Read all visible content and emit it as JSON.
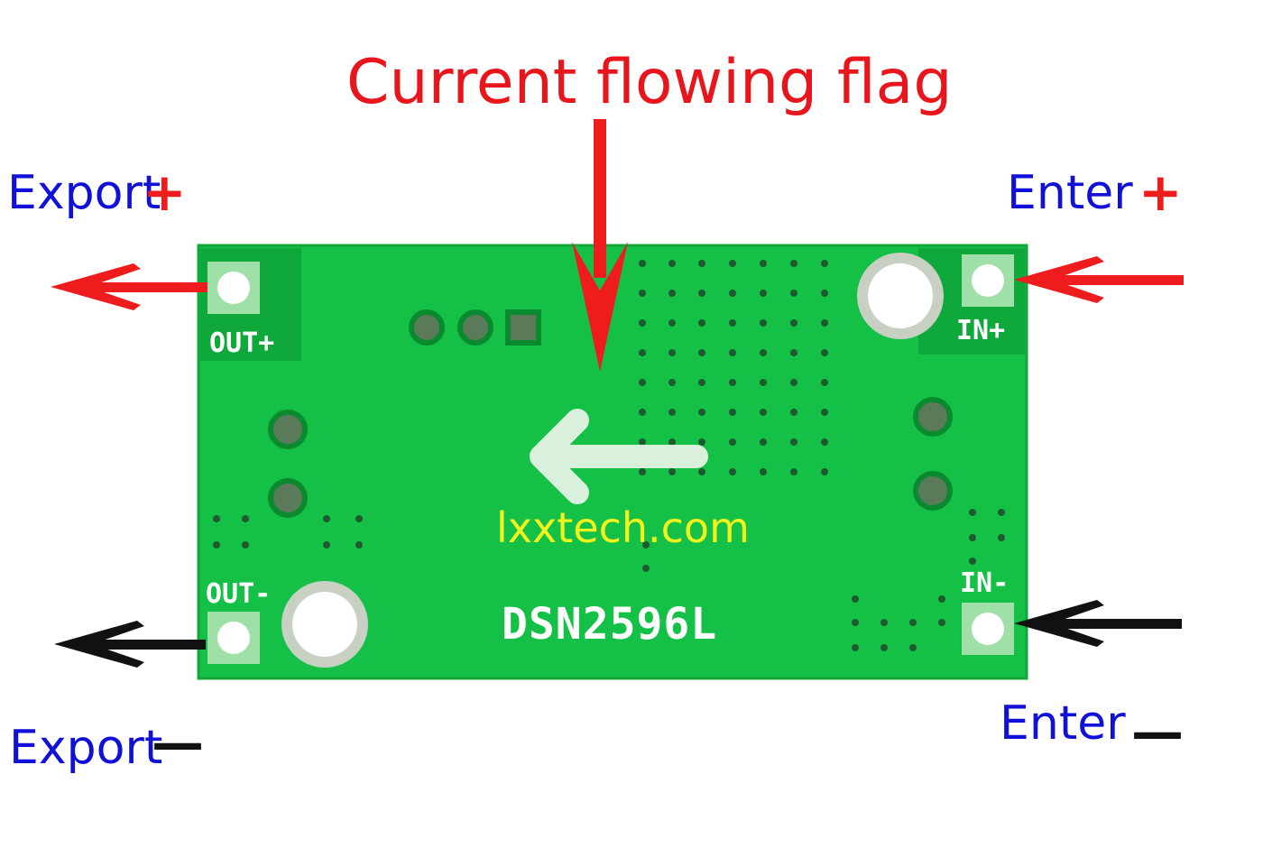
{
  "title": "Current flowing flag",
  "labels": {
    "export_plus": "Export",
    "export_plus_sign": "+",
    "export_minus": "Export",
    "export_minus_sign": "—",
    "enter_plus": "Enter",
    "enter_plus_sign": "+",
    "enter_minus": "Enter",
    "enter_minus_sign": "—"
  },
  "board": {
    "silkscreen": {
      "out_plus": "OUT+",
      "out_minus": "OUT-",
      "in_plus": "IN+",
      "in_minus": "IN-"
    },
    "watermark": "lxxtech.com",
    "model": "DSN2596L"
  },
  "colors": {
    "title": "#e8161c",
    "label_text": "#1010d8",
    "positive_arrow": "#ee1c1c",
    "negative_arrow": "#111111",
    "pcb": "#14c046",
    "watermark": "#f2f21c"
  }
}
